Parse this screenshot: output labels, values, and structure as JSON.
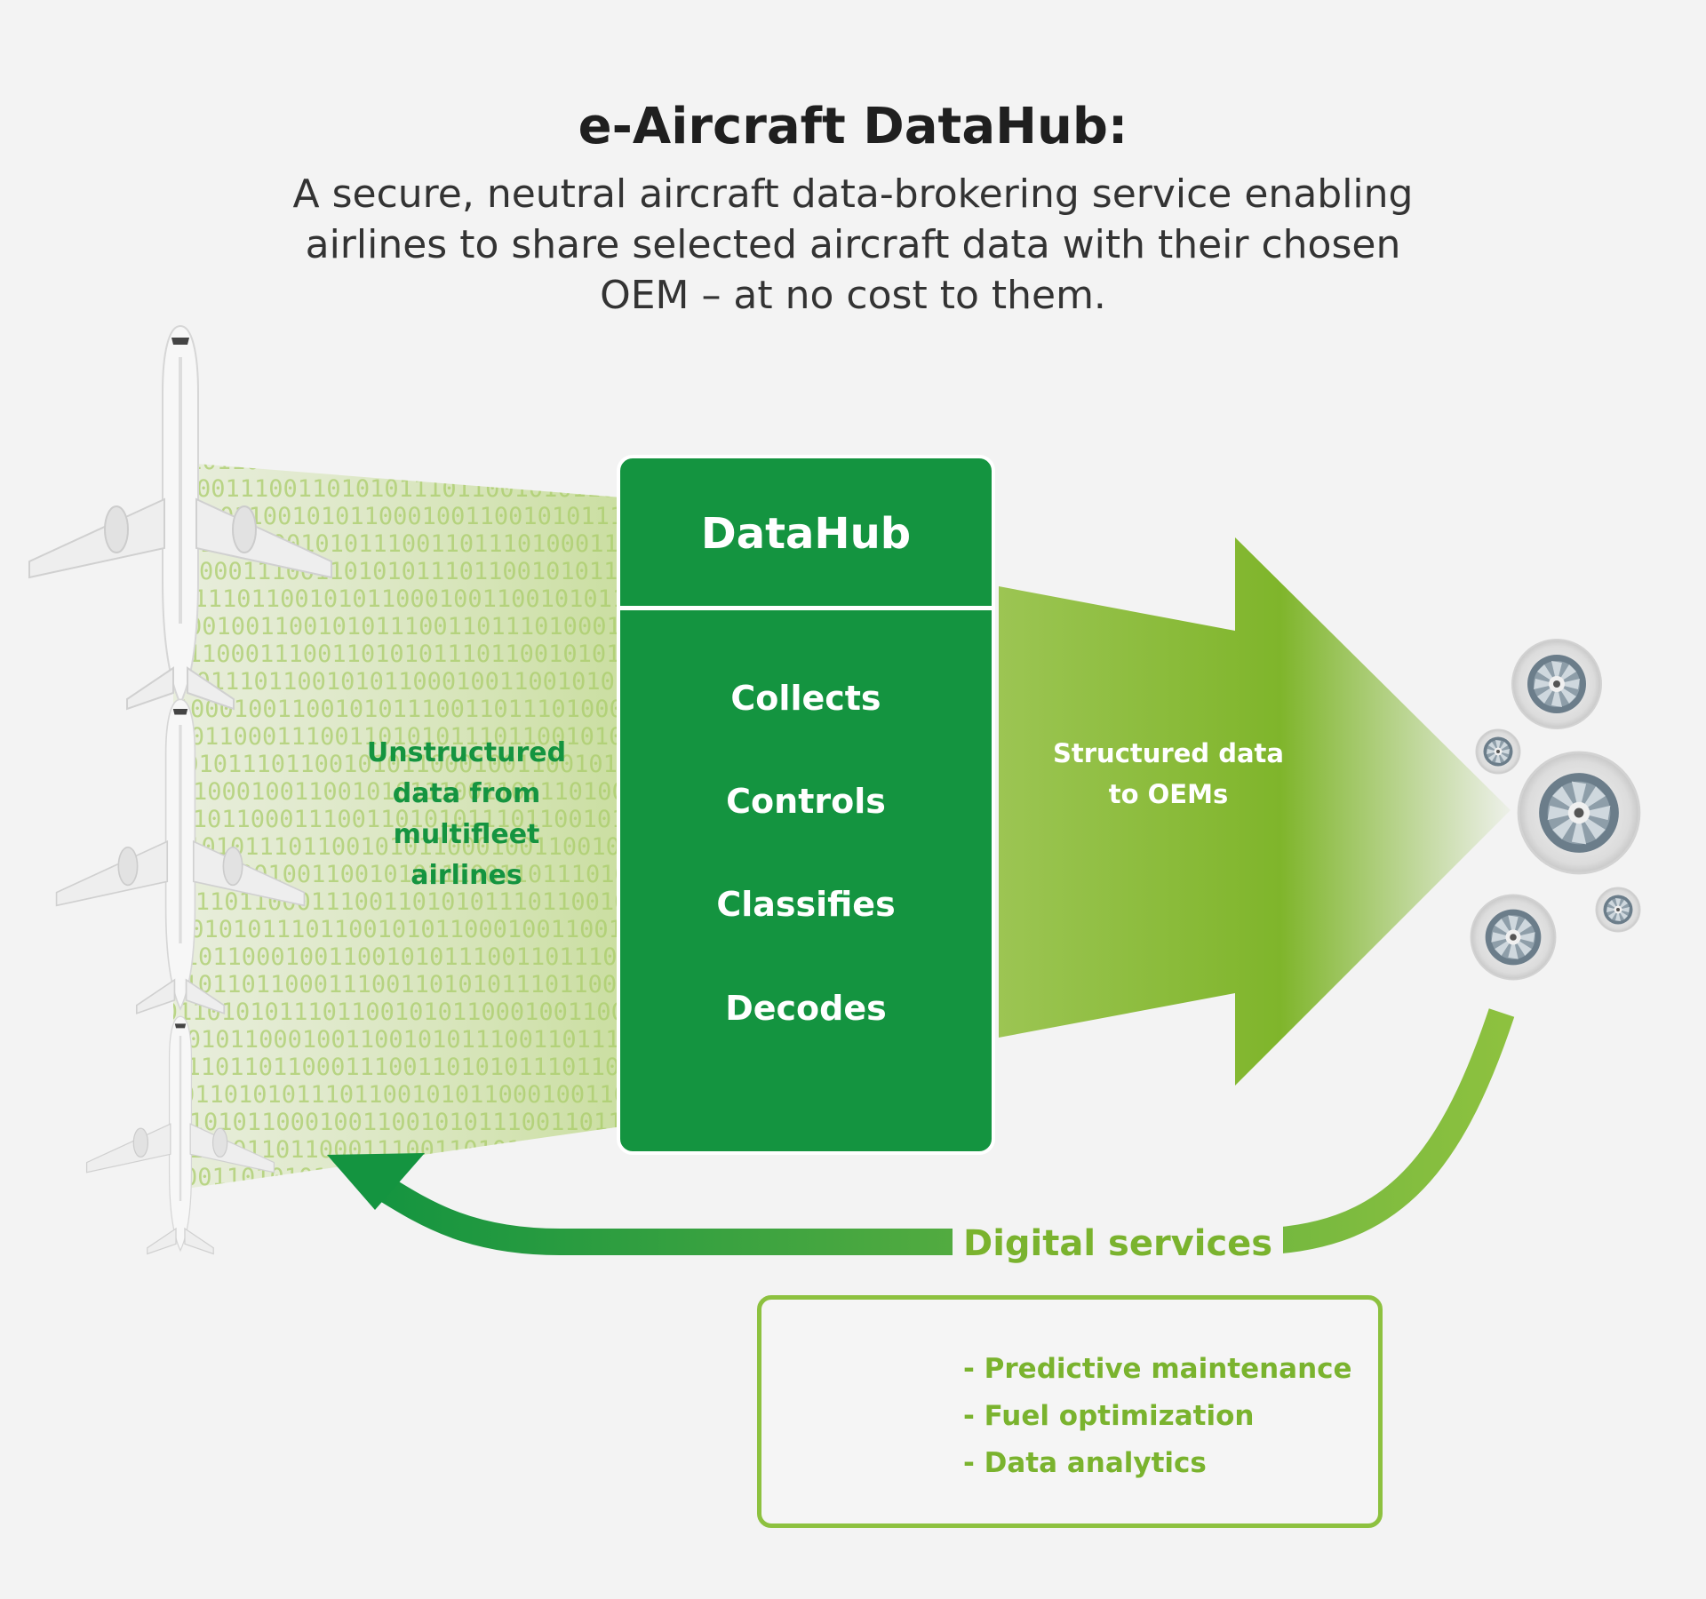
{
  "header": {
    "title": "e-Aircraft DataHub:",
    "subtitle_lines": [
      "A secure, neutral aircraft data-brokering service enabling",
      "airlines to share selected aircraft data with their chosen",
      "OEM – at no cost to them."
    ]
  },
  "binary_stream": {
    "text": "110110111101101100011100110101011101100101011000100110010101110011011101000110111101101111011011000111001101010111011001010110001001100101011100110111010001101111011011110110110001110011010101110110010101100010011001010111"
  },
  "left_label": {
    "lines": [
      "Unstructured",
      "data from",
      "multifleet",
      "airlines"
    ]
  },
  "datahub": {
    "title": "DataHub",
    "functions": [
      "Collects",
      "Controls",
      "Classifies",
      "Decodes"
    ]
  },
  "right_label": {
    "lines": [
      "Structured data",
      "to OEMs"
    ]
  },
  "return_flow": {
    "label": "Digital services"
  },
  "services": {
    "items": [
      "- Predictive maintenance",
      "- Fuel optimization",
      "- Data analytics"
    ]
  },
  "colors": {
    "background": "#f3f3f3",
    "hub_green": "#149440",
    "light_green": "#8dc13f",
    "text_dark": "#1f1f1f"
  },
  "icons": {
    "aircraft": "airplane-icon",
    "engine": "turbofan-engine-icon",
    "magnifier": "magnifying-glass-icon"
  }
}
